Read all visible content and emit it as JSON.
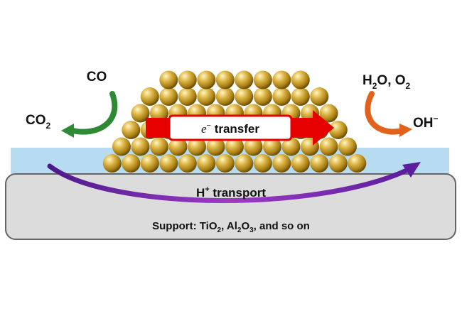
{
  "labels": {
    "co": "CO",
    "co2_main": "CO",
    "co2_sub": "2",
    "h2o_o2": {
      "h": "H",
      "sub1": "2",
      "o": "O, O",
      "sub2": "2"
    },
    "oh": {
      "main": "OH",
      "sup": "−"
    },
    "electron": {
      "e": "e",
      "sup": "−",
      "rest": " transfer"
    },
    "proton": {
      "main": "H",
      "sup": "+",
      "rest": " transport"
    },
    "support": {
      "prefix": "Support: TiO",
      "s1": "2",
      "mid": ", Al",
      "s2": "2",
      "o": "O",
      "s3": "3",
      "suffix": ", and so on"
    }
  },
  "particle_rows": [
    14,
    13,
    12,
    11,
    10,
    8
  ],
  "colors": {
    "water_layer": "#b7dcf2",
    "support_fill": "#dcdcdc",
    "support_stroke": "#666666",
    "particle_base": "#c9a228",
    "green_arrow": "#2f8a34",
    "orange_arrow": "#e0621c",
    "purple_arrow": "#7a1fa2",
    "red_arrow": "#e60000"
  }
}
